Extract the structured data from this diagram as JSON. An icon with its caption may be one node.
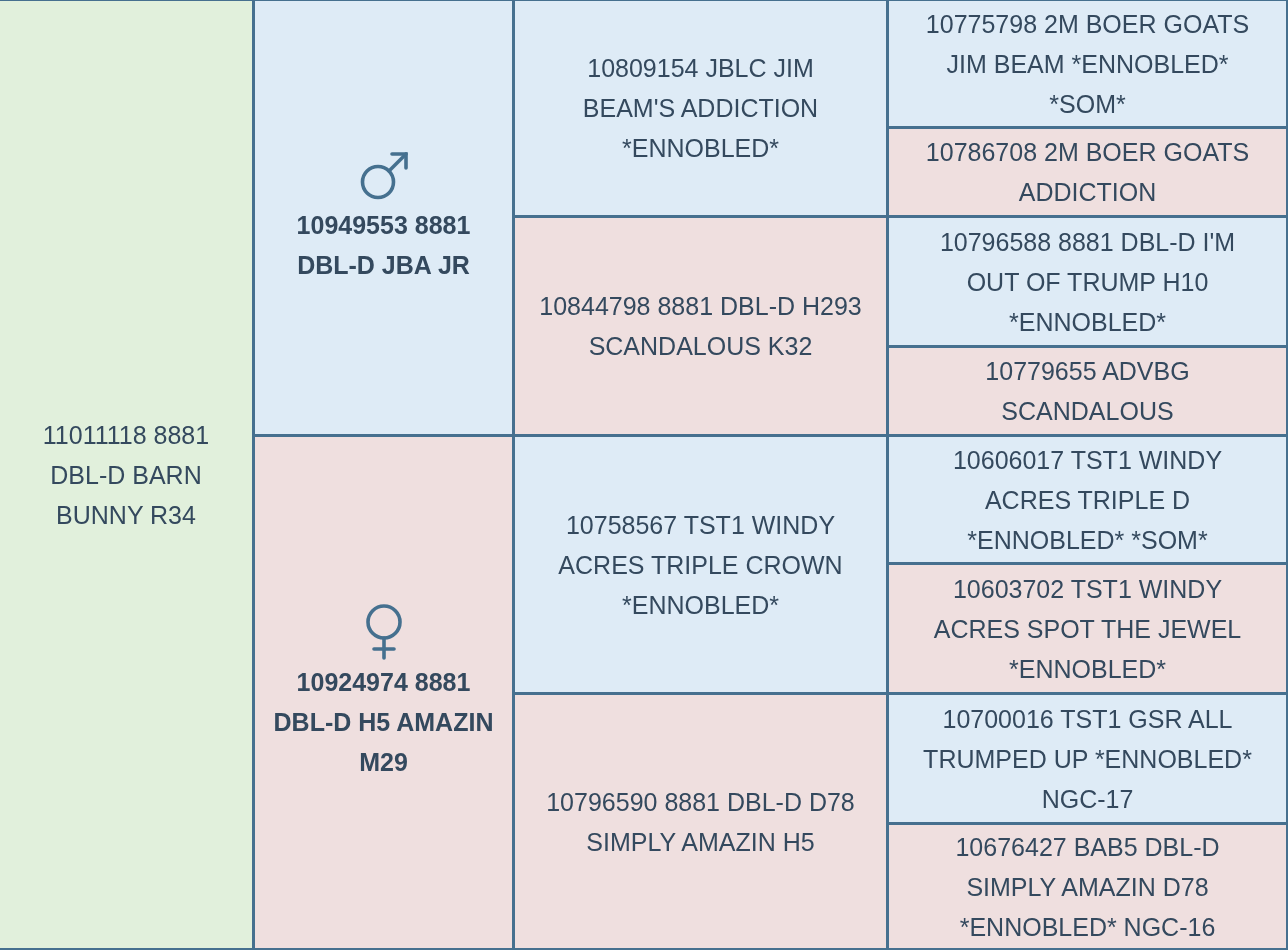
{
  "diagram": {
    "nodes": [
      {
        "text": [
          "11011118 8881 DBL-D BARN BUNNY R34"
        ]
      },
      {
        "text": [
          "10949553 8881 DBL-D JBA JR"
        ]
      },
      {
        "text": [
          "10809154 JBLC JIM BEAM'S ADDICTION *ENNOBLED*"
        ]
      },
      {
        "text": [
          "10775798 2M BOER GOATS JIM BEAM *ENNOBLED* *SOM*"
        ]
      },
      {
        "text": [
          "10786708 2M BOER GOATS ADDICTION"
        ]
      },
      {
        "text": [
          "10844798 8881 DBL-D H293 SCANDALOUS K32"
        ]
      },
      {
        "text": [
          "10796588 8881 DBL-D I'M OUT OF TRUMP H10 *ENNOBLED*"
        ]
      },
      {
        "text": [
          "10779655 ADVBG SCANDALOUS"
        ]
      },
      {
        "text": [
          "10924974 8881 DBL-D H5 AMAZIN M29"
        ]
      },
      {
        "text": [
          "10758567 TST1 WINDY ACRES TRIPLE CROWN *ENNOBLED*"
        ]
      },
      {
        "text": [
          "10606017 TST1 WINDY ACRES TRIPLE D *ENNOBLED* *SOM*"
        ]
      },
      {
        "text": [
          "10603702 TST1 WINDY ACRES SPOT THE JEWEL *ENNOBLED*"
        ]
      },
      {
        "text": [
          "10796590 8881 DBL-D D78 SIMPLY AMAZIN H5"
        ]
      },
      {
        "text": [
          "10700016 TST1 GSR ALL TRUMPED UP *ENNOBLED* NGC-17"
        ]
      },
      {
        "text": [
          "10676427 BAB5 DBL-D SIMPLY AMAZIN D78 *ENNOBLED* NGC-16"
        ]
      }
    ]
  }
}
